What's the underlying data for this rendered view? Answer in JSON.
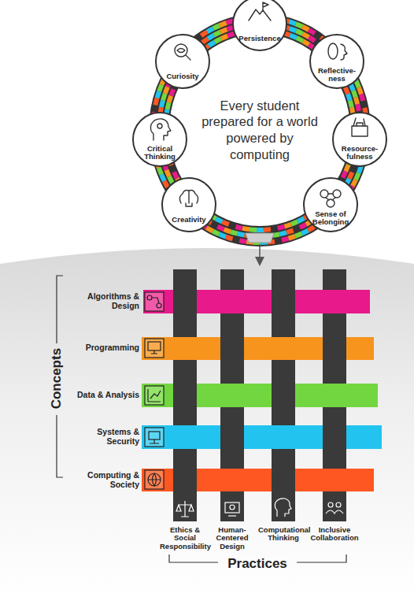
{
  "diagram": {
    "nodes": [
      {
        "text": [
          "Persistence"
        ]
      },
      {
        "text": [
          "Curiosity"
        ]
      },
      {
        "text": [
          "Reflective- ness"
        ]
      },
      {
        "text": [
          "Critical Thinking"
        ]
      },
      {
        "text": [
          "Resource- fulness"
        ]
      },
      {
        "text": [
          "Creativity"
        ]
      },
      {
        "text": [
          "Sense of Belonging"
        ]
      }
    ],
    "labels": [
      "Every student prepared for a world powered by computing",
      "Concepts",
      "Algorithms & Design",
      "Programming",
      "Data & Analysis",
      "Systems & Security",
      "Computing & Society",
      "Ethics & Social Responsibility",
      "Human-Centered Design",
      "Computational Thinking",
      "Inclusive Collaboration",
      "Practices"
    ]
  }
}
